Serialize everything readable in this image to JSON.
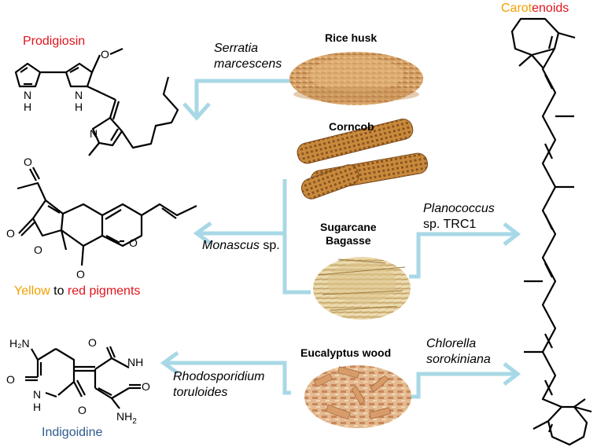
{
  "substrates": {
    "rice_husk": "Rice husk",
    "corncob": "Corncob",
    "sugarcane_line1": "Sugarcane",
    "sugarcane_line2": "Bagasse",
    "eucalyptus": "Eucalyptus wood"
  },
  "organisms": {
    "serratia_line1": "Serratia",
    "serratia_line2": "marcescens",
    "monascus_italic": "Monascus",
    "monascus_suffix": " sp.",
    "rhodo_line1": "Rhodosporidium",
    "rhodo_line2": "toruloides",
    "plano_line1": "Planococcus",
    "plano_line2": "sp. TRC1",
    "chlorella_line1": "Chlorella",
    "chlorella_line2": "sorokiniana"
  },
  "pigments": {
    "prodigiosin": "Prodigiosin",
    "yellow_word": "Yellow",
    "to_word": " to ",
    "red_word": "red pigments",
    "indigoidine": "Indigoidine",
    "carot_part1": "Carot",
    "carot_part2": "enoids"
  },
  "atoms": {
    "O": "O",
    "N": "N",
    "H": "H",
    "NH": "NH",
    "NH2_N": "NH",
    "NH2_sub": "2",
    "H2N": "H₂N"
  },
  "colors": {
    "arrow": "#a8d8e6",
    "red_label": "#e0141e",
    "orange_label": "#f0a000",
    "blue_label": "#2e5a8e"
  }
}
